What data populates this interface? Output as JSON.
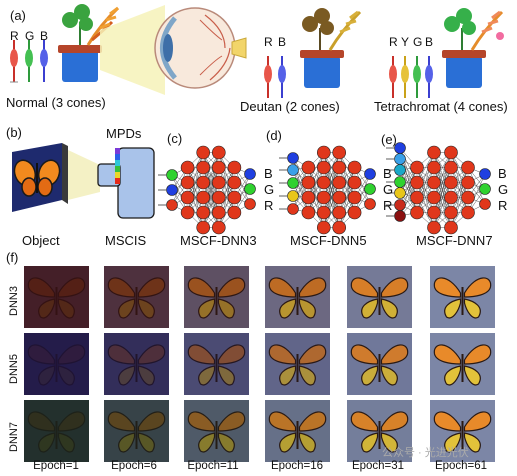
{
  "panels": {
    "a": "(a)",
    "b": "(b)",
    "c": "(c)",
    "d": "(d)",
    "e": "(e)",
    "f": "(f)"
  },
  "panel_a": {
    "normal": {
      "cones": [
        "R",
        "G",
        "B"
      ],
      "caption": "Normal (3 cones)"
    },
    "deutan": {
      "cones": [
        "R",
        "B"
      ],
      "caption": "Deutan (2 cones)"
    },
    "tetrachromat": {
      "cones": [
        "R",
        "Y",
        "G",
        "B"
      ],
      "caption": "Tetrachromat (4 cones)"
    }
  },
  "panel_b": {
    "mpds_label": "MPDs",
    "object_label": "Object",
    "mscis_label": "MSCIS"
  },
  "networks": [
    {
      "label": "MSCF-DNN3",
      "outputs": [
        "B",
        "G",
        "R"
      ]
    },
    {
      "label": "MSCF-DNN5",
      "outputs": [
        "B",
        "G",
        "R"
      ]
    },
    {
      "label": "MSCF-DNN7",
      "outputs": [
        "B",
        "G",
        "R"
      ]
    }
  ],
  "panel_f": {
    "rows": [
      "DNN3",
      "DNN5",
      "DNN7"
    ],
    "epochs": [
      "Epoch=1",
      "Epoch=6",
      "Epoch=11",
      "Epoch=16",
      "Epoch=31",
      "Epoch=61"
    ]
  },
  "watermark": "公众号 · 光进光伏",
  "colors": {
    "red_node": "#e0371b",
    "green_node": "#2fd12f",
    "blue_node": "#1f3fe0",
    "pot_blue": "#2a6fd6",
    "pot_rim": "#b5452a",
    "panel_box": "#a9c3ea"
  }
}
